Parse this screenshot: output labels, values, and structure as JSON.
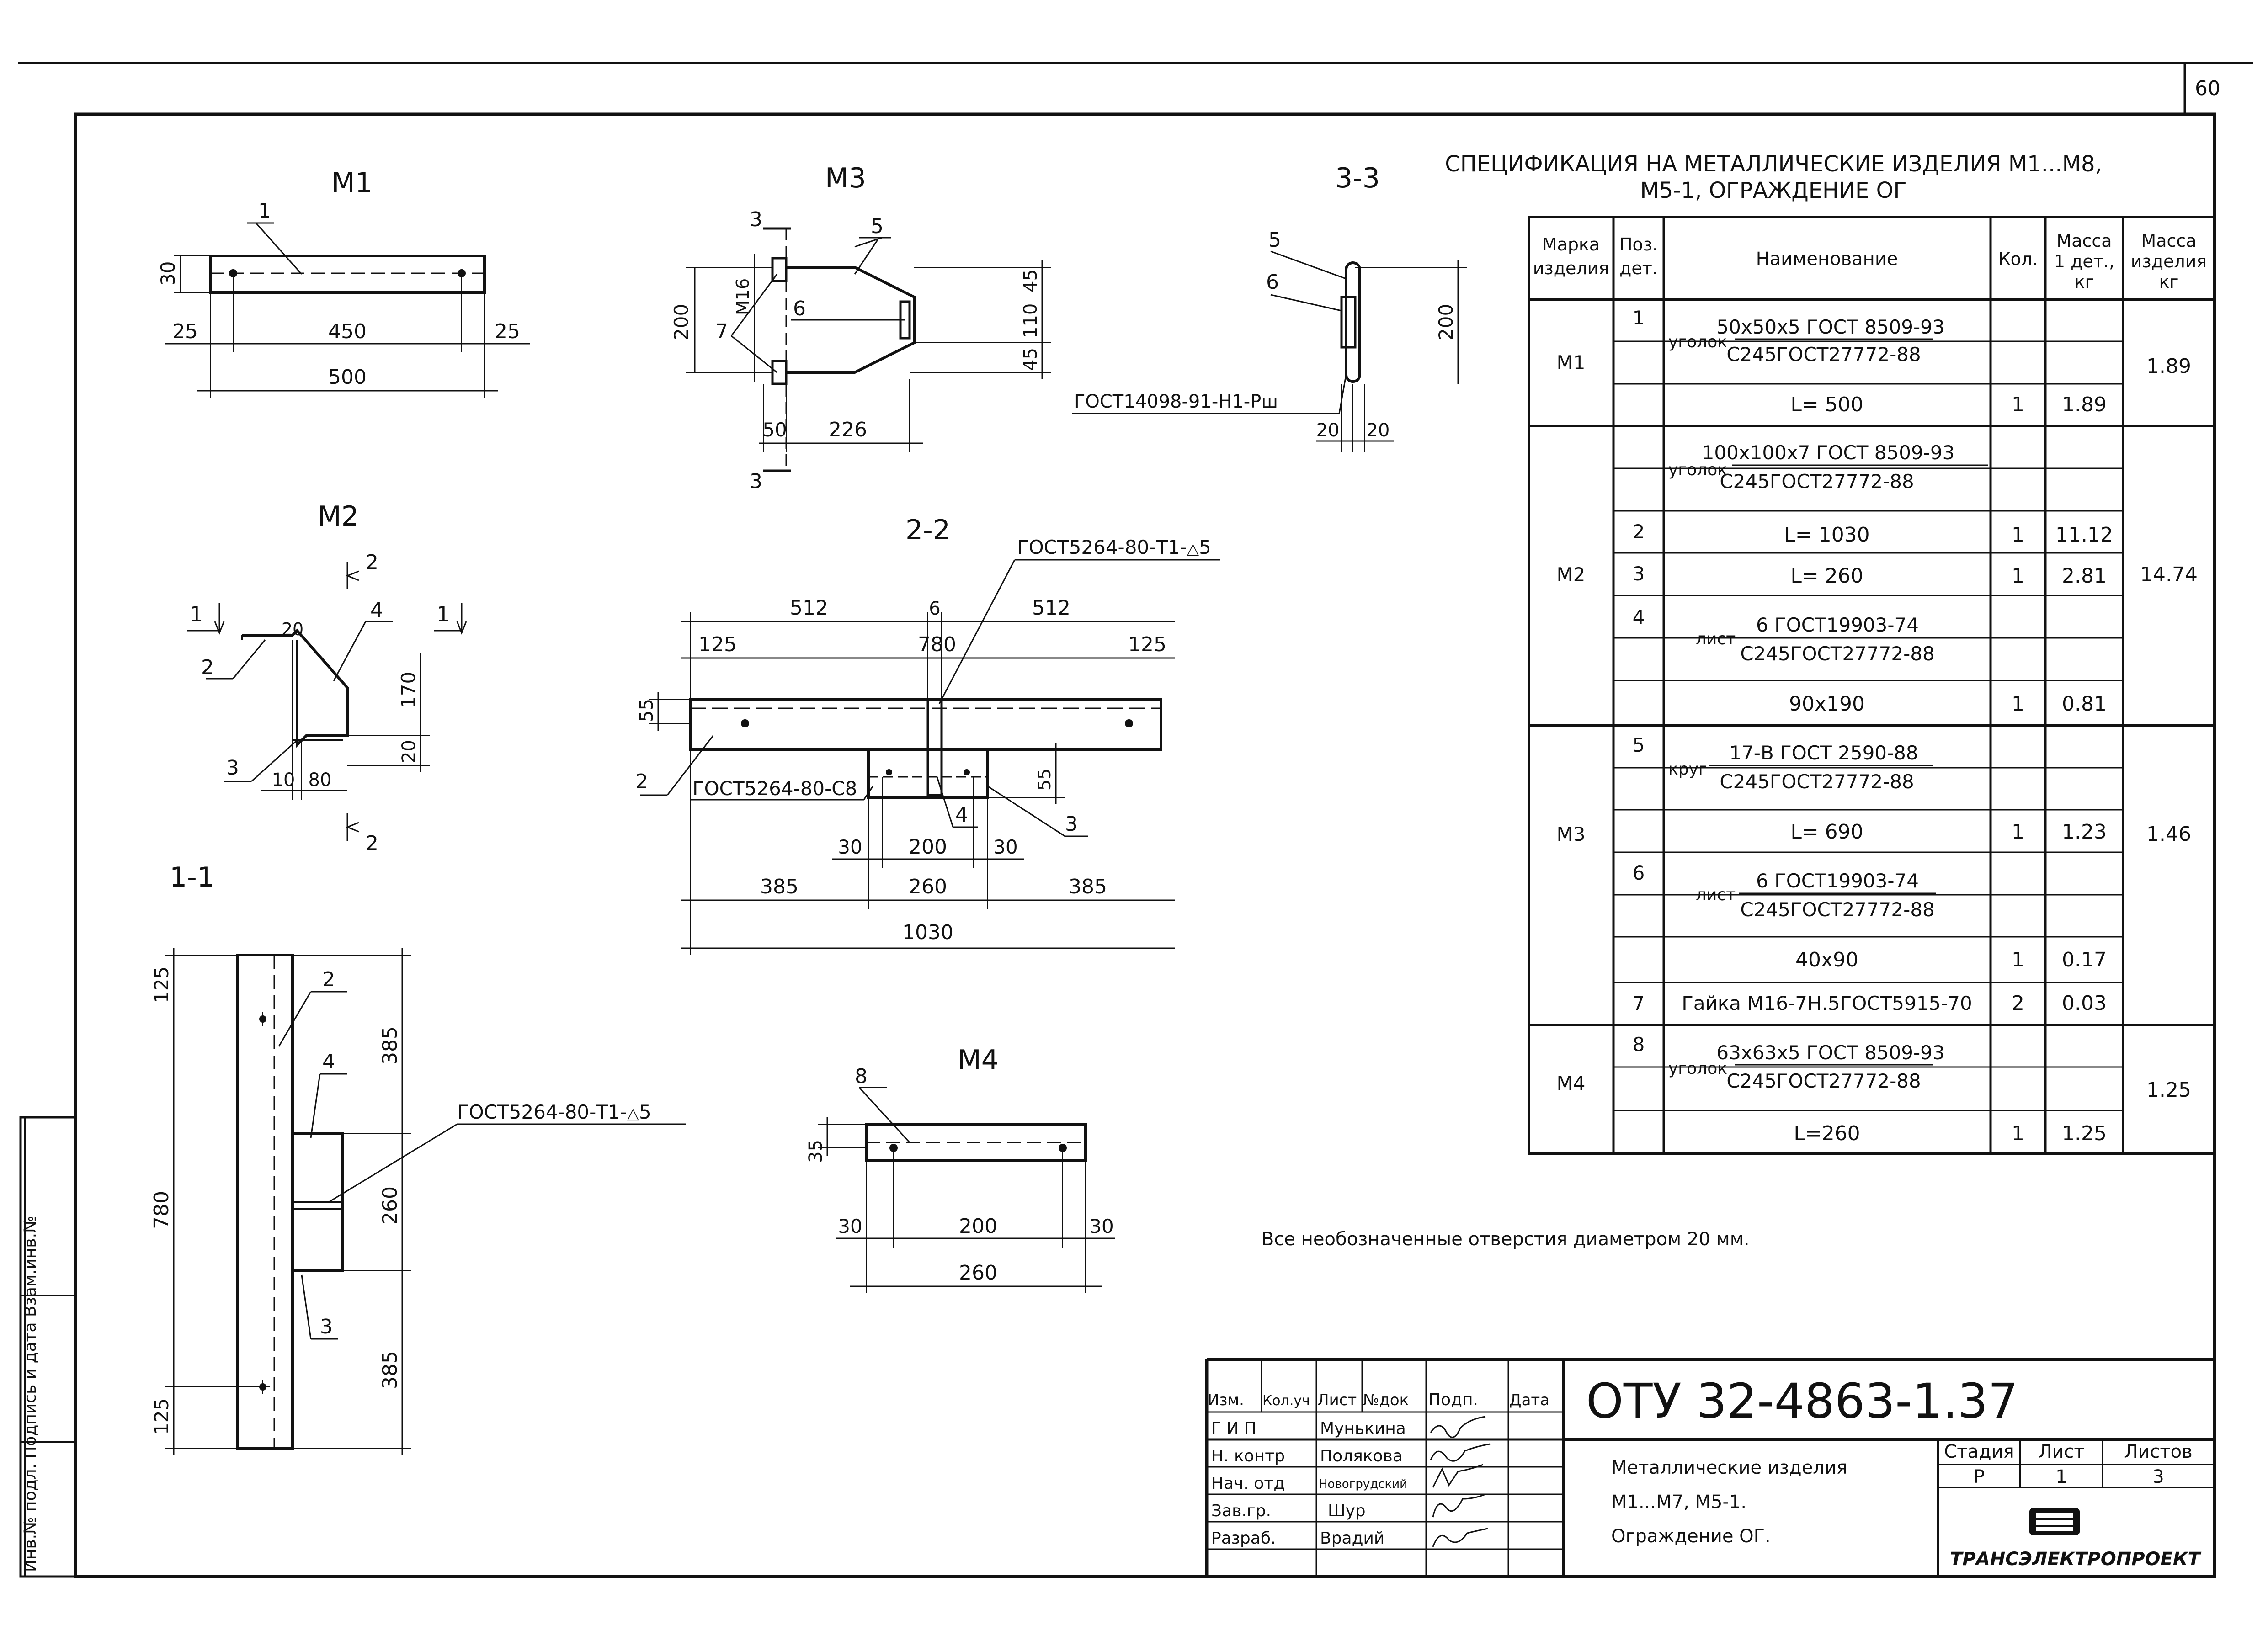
{
  "sheet_number": "60",
  "views": {
    "m1": {
      "title": "М1",
      "pos": "1",
      "dims": [
        "30",
        "25",
        "450",
        "25",
        "500"
      ]
    },
    "m3": {
      "title": "М3",
      "cut": "3",
      "pos5": "5",
      "pos6": "6",
      "pos7": "7",
      "dims": [
        "M16",
        "200",
        "45",
        "110",
        "45",
        "50",
        "226"
      ]
    },
    "s33": {
      "title": "3-3",
      "pos5": "5",
      "pos6": "6",
      "dims": [
        "200",
        "20",
        "20"
      ],
      "note": "ГОСТ14098-91-Н1-Рш"
    },
    "m2": {
      "title": "М2",
      "cut1": "1",
      "cut2": "2",
      "pos2": "2",
      "pos3": "3",
      "pos4": "4",
      "dims": [
        "20",
        "170",
        "20",
        "10",
        "80"
      ]
    },
    "s22": {
      "title": "2-2",
      "weld_top": "ГОСТ5264-80-Т1-",
      "weld_top_leg": "5",
      "weld_mid": "ГОСТ5264-80-С8",
      "pos2": "2",
      "pos3": "3",
      "pos4": "4",
      "dims": [
        "512",
        "6",
        "512",
        "125",
        "780",
        "125",
        "55",
        "55",
        "30",
        "200",
        "30",
        "385",
        "260",
        "385",
        "1030"
      ]
    },
    "s11": {
      "title": "1-1",
      "pos2": "2",
      "pos3": "3",
      "pos4": "4",
      "weld": "ГОСТ5264-80-Т1-",
      "weld_leg": "5",
      "dims": [
        "125",
        "385",
        "780",
        "260",
        "385",
        "125"
      ]
    },
    "m4": {
      "title": "М4",
      "pos": "8",
      "dims": [
        "35",
        "30",
        "200",
        "30",
        "260"
      ]
    }
  },
  "spec": {
    "title_line1": "СПЕЦИФИКАЦИЯ  НА МЕТАЛЛИЧЕСКИЕ  ИЗДЕЛИЯ  М1...М8,",
    "title_line2": "М5-1,  ОГРАЖДЕНИЕ  ОГ",
    "headers": {
      "mark": [
        "Марка",
        "изделия"
      ],
      "pos": [
        "Поз.",
        "дет."
      ],
      "name": "Наименование",
      "qty": "Кол.",
      "mass1": [
        "Масса",
        "1 дет.,",
        "кг"
      ],
      "mass2": [
        "Масса",
        "изделия",
        "кг"
      ]
    },
    "marks": [
      {
        "mark": "М1",
        "mass": "1.89"
      },
      {
        "mark": "М2",
        "mass": "14.74"
      },
      {
        "mark": "М3",
        "mass": "1.46"
      },
      {
        "mark": "М4",
        "mass": "1.25"
      }
    ],
    "rows": [
      {
        "pos": "1",
        "prefix": "уголок",
        "num": "50х50х5 ГОСТ 8509-93",
        "den": "С245ГОСТ27772-88",
        "text": "",
        "qty": "",
        "mass": ""
      },
      {
        "pos": "",
        "prefix": "",
        "num": "",
        "den": "",
        "text": "L= 500",
        "qty": "1",
        "mass": "1.89"
      },
      {
        "pos": "",
        "prefix": "уголок",
        "num": "100х100х7 ГОСТ 8509-93",
        "den": "С245ГОСТ27772-88",
        "text": "",
        "qty": "",
        "mass": ""
      },
      {
        "pos": "2",
        "prefix": "",
        "num": "",
        "den": "",
        "text": "L= 1030",
        "qty": "1",
        "mass": "11.12"
      },
      {
        "pos": "3",
        "prefix": "",
        "num": "",
        "den": "",
        "text": "L= 260",
        "qty": "1",
        "mass": "2.81"
      },
      {
        "pos": "4",
        "prefix": "лист",
        "num": "6 ГОСТ19903-74",
        "den": "С245ГОСТ27772-88",
        "text": "",
        "qty": "",
        "mass": ""
      },
      {
        "pos": "",
        "prefix": "",
        "num": "",
        "den": "",
        "text": "90х190",
        "qty": "1",
        "mass": "0.81"
      },
      {
        "pos": "5",
        "prefix": "круг",
        "num": "17-В ГОСТ 2590-88",
        "den": "С245ГОСТ27772-88",
        "text": "",
        "qty": "",
        "mass": ""
      },
      {
        "pos": "",
        "prefix": "",
        "num": "",
        "den": "",
        "text": "L= 690",
        "qty": "1",
        "mass": "1.23"
      },
      {
        "pos": "6",
        "prefix": "лист",
        "num": "6 ГОСТ19903-74",
        "den": "С245ГОСТ27772-88",
        "text": "",
        "qty": "",
        "mass": ""
      },
      {
        "pos": "",
        "prefix": "",
        "num": "",
        "den": "",
        "text": "40х90",
        "qty": "1",
        "mass": "0.17"
      },
      {
        "pos": "7",
        "prefix": "",
        "num": "",
        "den": "",
        "text": "Гайка М16-7Н.5ГОСТ5915-70",
        "qty": "2",
        "mass": "0.03"
      },
      {
        "pos": "8",
        "prefix": "уголок",
        "num": "63х63х5 ГОСТ 8509-93",
        "den": "С245ГОСТ27772-88",
        "text": "",
        "qty": "",
        "mass": ""
      },
      {
        "pos": "",
        "prefix": "",
        "num": "",
        "den": "",
        "text": "L=260",
        "qty": "1",
        "mass": "1.25"
      }
    ]
  },
  "note": "Все необозначенные отверстия диаметром 20 мм.",
  "title_block": {
    "doc_code": "ОТУ 32-4863-1.37",
    "col_headers": [
      "Изм.",
      "Кол.уч",
      "Лист",
      "№док",
      "Подп.",
      "Дата"
    ],
    "people": [
      {
        "role": "Г И П",
        "name": "Мунькина"
      },
      {
        "role": "Н. контр",
        "name": "Полякова"
      },
      {
        "role": "Нач. отд",
        "name": "Новогрудский"
      },
      {
        "role": "Зав.гр.",
        "name": "Шур"
      },
      {
        "role": "Разраб.",
        "name": "Врадий"
      }
    ],
    "description": [
      "Металлические изделия",
      "М1...М7, М5-1.",
      "Ограждение ОГ."
    ],
    "stage_headers": [
      "Стадия",
      "Лист",
      "Листов"
    ],
    "stage_values": [
      "Р",
      "1",
      "3"
    ],
    "org": "ТРАНСЭЛЕКТРОПРОЕКТ"
  },
  "margin_label": "Инв.№ подл.  Подпись и дата  Взам.инв.№"
}
